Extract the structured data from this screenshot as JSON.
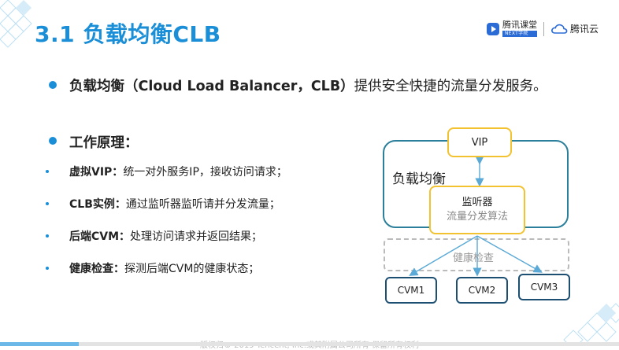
{
  "title": "3.1 负载均衡CLB",
  "logos": {
    "ke_name": "腾讯课堂",
    "ke_sub": "NEXT学院",
    "yun_name": "腾讯云"
  },
  "intro": {
    "bold": "负载均衡（Cloud Load Balancer，CLB）",
    "rest": "提供安全快捷的流量分发服务。"
  },
  "principle_heading": "工作原理：",
  "items": [
    {
      "term": "虚拟VIP：",
      "desc": "统一对外服务IP，接收访问请求；"
    },
    {
      "term": "CLB实例：",
      "desc": "通过监听器监听请并分发流量；"
    },
    {
      "term": "后端CVM：",
      "desc": "处理访问请求并返回结果；"
    },
    {
      "term": "健康检查：",
      "desc": "探测后端CVM的健康状态；"
    }
  ],
  "diagram": {
    "vip": "VIP",
    "lb_label": "负载均衡",
    "listener_title": "监听器",
    "listener_sub": "流量分发算法",
    "health": "健康检查",
    "cvms": [
      "CVM1",
      "CVM2",
      "CVM3"
    ],
    "colors": {
      "outer": "#2b7f9a",
      "highlight": "#f2c230",
      "arrow": "#5aa9d6",
      "cvm": "#1d4f73"
    }
  },
  "footer": "版权归© 2019 Tencent, Inc.或其附属公司所有 保留所有权利"
}
